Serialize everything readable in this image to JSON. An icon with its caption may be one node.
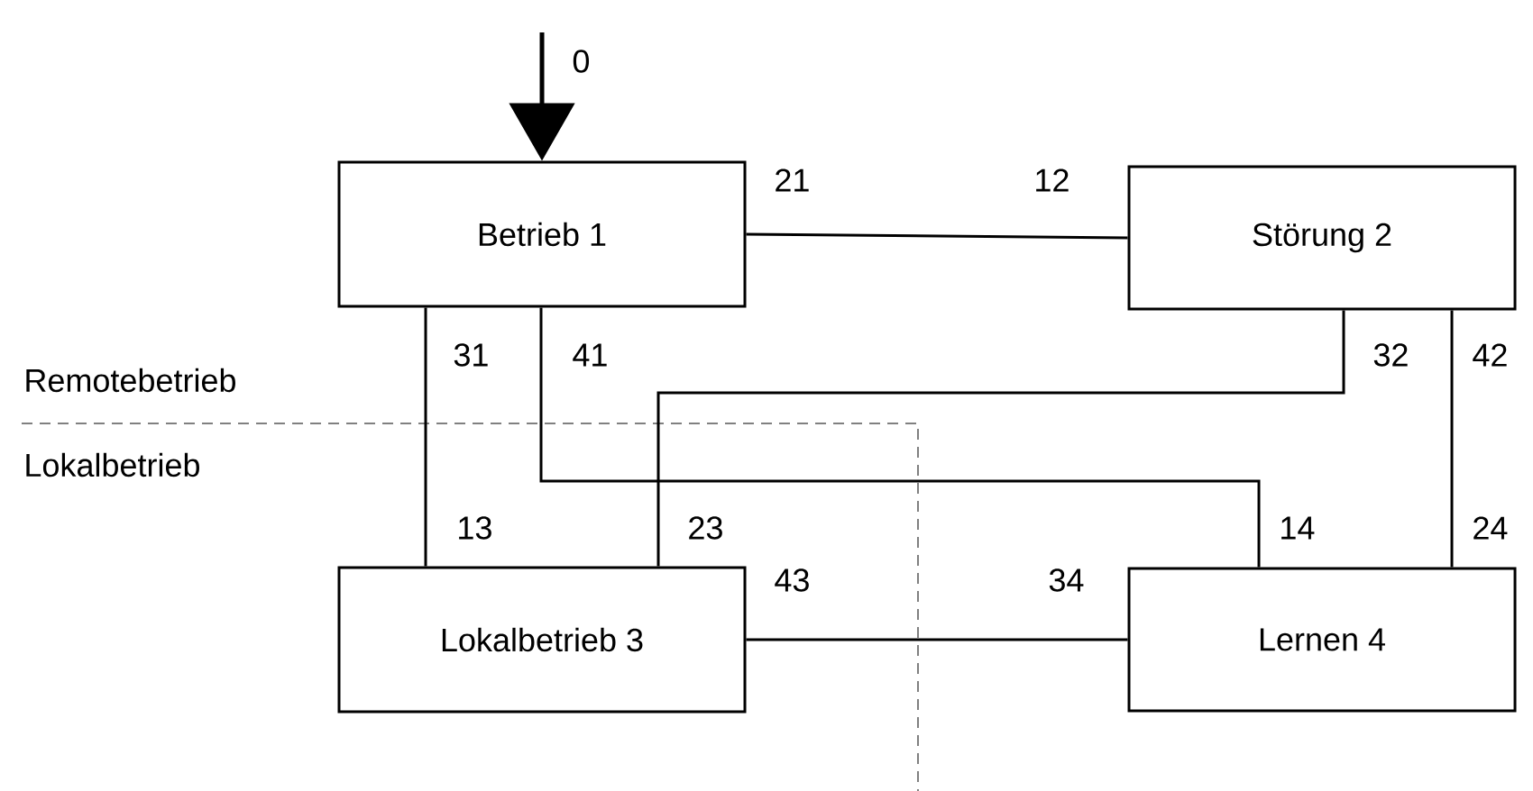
{
  "diagram": {
    "nodes": [
      {
        "text": [
          "Betrieb 1"
        ]
      },
      {
        "text": [
          "Störung 2"
        ]
      },
      {
        "text": [
          "Lokalbetrieb 3"
        ]
      },
      {
        "text": [
          "Lernen 4"
        ]
      }
    ],
    "edges": [
      {
        "from": null,
        "to": 0,
        "arrow": "to",
        "label": "0"
      },
      {
        "from": 0,
        "to": 1,
        "arrow": "none"
      },
      {
        "from": 0,
        "to": 2,
        "arrow": "none"
      },
      {
        "from": 0,
        "to": 3,
        "arrow": "none"
      },
      {
        "from": 1,
        "to": 2,
        "arrow": "none"
      },
      {
        "from": 1,
        "to": 3,
        "arrow": "none"
      },
      {
        "from": 2,
        "to": 3,
        "arrow": "none"
      }
    ],
    "labels": [
      "21",
      "12",
      "31",
      "41",
      "32",
      "42",
      "Remotebetrieb",
      "Lokalbetrieb",
      "13",
      "23",
      "14",
      "24",
      "43",
      "34"
    ]
  }
}
